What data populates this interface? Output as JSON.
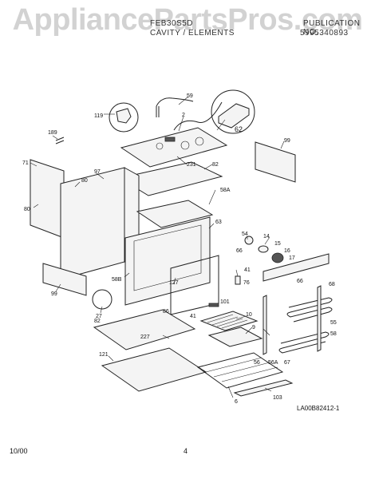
{
  "watermark": "AppliancePartsPros.com",
  "header": {
    "model": "FEB30S5D",
    "section": "CAVITY / ELEMENTS",
    "publication": "PUBLICATION NO.",
    "page_code": "5995340893"
  },
  "footer": {
    "date": "10/00",
    "page": "4"
  },
  "diagram_id": "LA00B82412-1",
  "callouts": {
    "c59": "59",
    "c119": "119",
    "c2": "2",
    "c62": "62",
    "c189": "189",
    "c99a": "99",
    "c71": "71",
    "c231": "231",
    "c82a": "82",
    "c97": "97",
    "c80a": "80",
    "c80b": "80",
    "c58a": "58A",
    "c63": "63",
    "c54": "54",
    "c14": "14",
    "c15": "15",
    "c16": "16",
    "c17": "17",
    "c66": "66",
    "c41a": "41",
    "c76": "76",
    "c99b": "99",
    "c58b": "58B",
    "c127": "127",
    "c27": "27",
    "c86": "86",
    "c41b": "41",
    "c101": "101",
    "c10": "10",
    "c9": "9",
    "c66b": "66",
    "c68": "68",
    "c55": "55",
    "c58c": "58",
    "c82b": "82",
    "c227": "227",
    "c121": "121",
    "c56": "56",
    "c56a": "56A",
    "c67": "67",
    "c6": "6",
    "c103": "103"
  }
}
